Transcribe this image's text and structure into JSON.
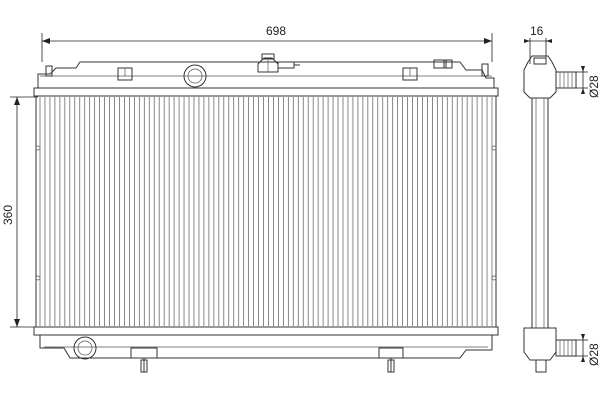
{
  "dimensions": {
    "width_label": "698",
    "height_label": "360",
    "core_thickness_label": "16",
    "inlet_diameter_label": "Ø28",
    "outlet_diameter_label": "Ø28"
  },
  "core": {
    "fin_count": 92
  }
}
